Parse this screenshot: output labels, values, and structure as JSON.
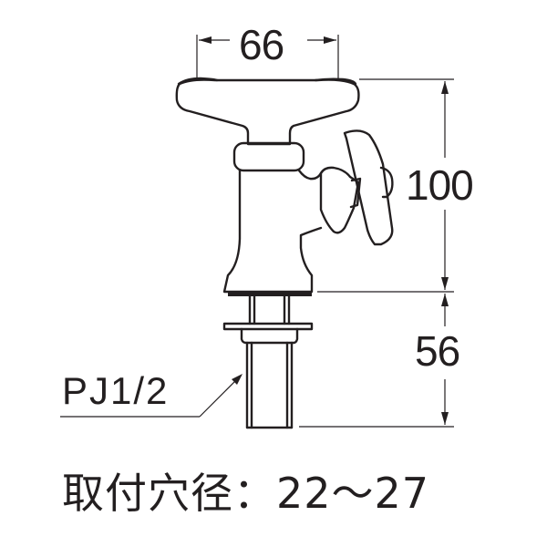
{
  "diagram": {
    "subject": "faucet-valve-technical-drawing",
    "dimensions": {
      "handle_width": "66",
      "body_height": "100",
      "shank_length": "56"
    },
    "thread_label": "PJ1/2",
    "caption": "取付穴径：22～27",
    "colors": {
      "line": "#231f20",
      "background": "#ffffff",
      "base_band": "#231f20"
    }
  }
}
